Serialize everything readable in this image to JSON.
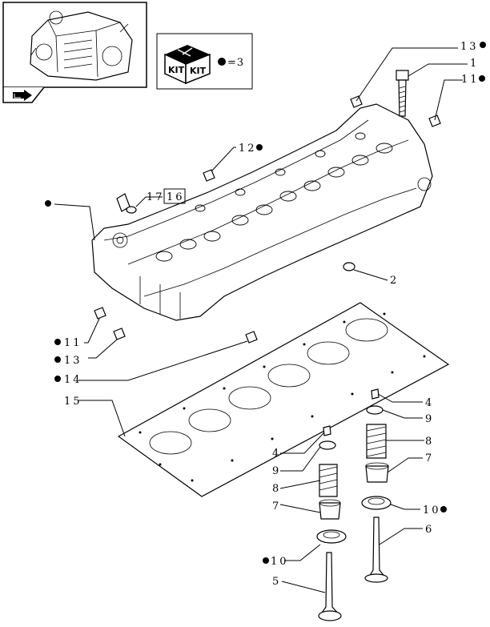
{
  "kit_box": {
    "kit_text_1": "KIT",
    "kit_text_2": "KIT",
    "equals_text": "=3"
  },
  "callouts": {
    "c1": "1",
    "c2": "2",
    "c4a": "4",
    "c4b": "4",
    "c5": "5",
    "c6": "6",
    "c7a": "7",
    "c7b": "7",
    "c8a": "8",
    "c8b": "8",
    "c9a": "9",
    "c9b": "9",
    "c10a": "10",
    "c10b": "10",
    "c11a": "11",
    "c11b": "11",
    "c12": "12",
    "c13a": "13",
    "c13b": "13",
    "c14": "14",
    "c15": "15",
    "c16": "16",
    "c17": "17"
  }
}
